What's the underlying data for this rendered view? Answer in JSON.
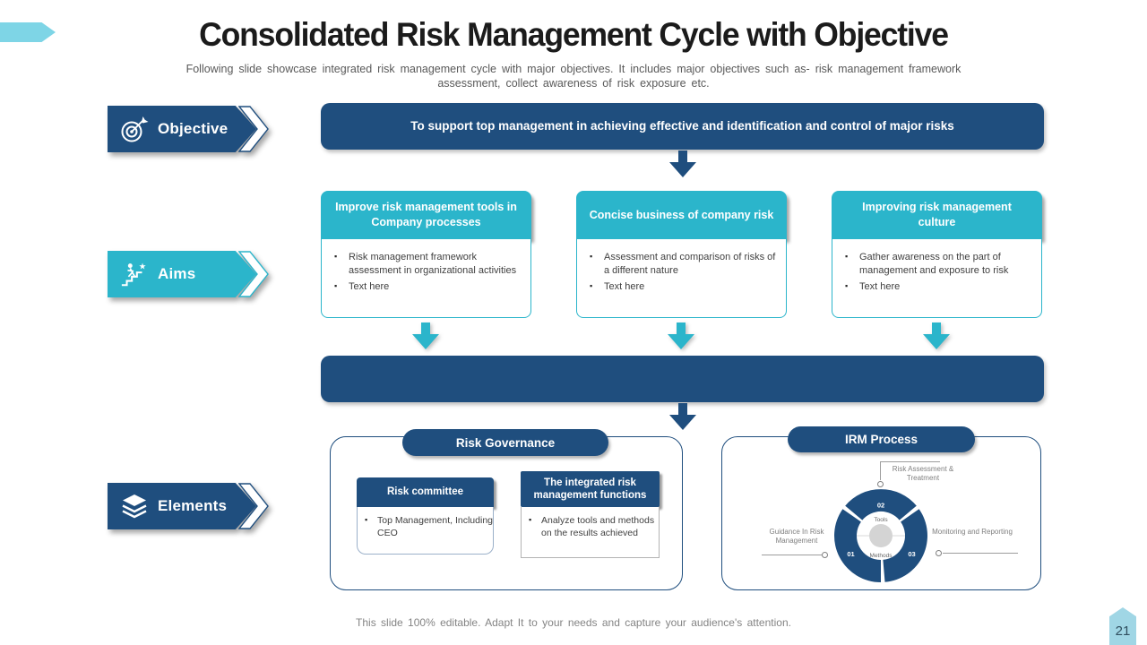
{
  "slide": {
    "title": "Consolidated Risk Management Cycle with Objective",
    "subtitle": "Following slide showcase integrated risk management cycle with major objectives. It includes major objectives such as- risk management framework assessment, collect awareness of risk exposure etc.",
    "footer": "This slide 100% editable. Adapt It to your needs and capture your audience's attention.",
    "page_number": "21"
  },
  "stages": {
    "objective": "Objective",
    "aims": "Aims",
    "elements": "Elements"
  },
  "objective": {
    "statement": "To support top management in achieving effective and identification and control of major risks"
  },
  "aims": {
    "boxes": [
      {
        "title": "Improve risk management tools in Company processes",
        "bullets": [
          "Risk management framework assessment in organizational activities",
          "Text here"
        ]
      },
      {
        "title": "Concise business of company risk",
        "bullets": [
          "Assessment and comparison of risks of a different nature",
          "Text here"
        ]
      },
      {
        "title": "Improving risk management culture",
        "bullets": [
          "Gather awareness on the part of management and exposure to risk",
          "Text here"
        ]
      }
    ]
  },
  "elements": {
    "risk_governance": {
      "title": "Risk Governance",
      "committee": {
        "title": "Risk committee",
        "bullet": "Top Management, Including CEO"
      },
      "integrated": {
        "title": "The integrated risk management functions",
        "bullet": "Analyze tools and methods on the results achieved"
      }
    },
    "irm": {
      "title": "IRM Process",
      "center_top": "Tools",
      "center_bottom": "Methods",
      "steps": [
        {
          "num": "01",
          "label": "Guidance In Risk Management"
        },
        {
          "num": "02",
          "label": "Risk Assessment & Treatment"
        },
        {
          "num": "03",
          "label": "Monitoring and Reporting"
        }
      ]
    }
  },
  "colors": {
    "navy": "#1f4e7e",
    "teal": "#2bb5cb",
    "light_blue": "#7ed5e6",
    "gray_text": "#595959"
  }
}
